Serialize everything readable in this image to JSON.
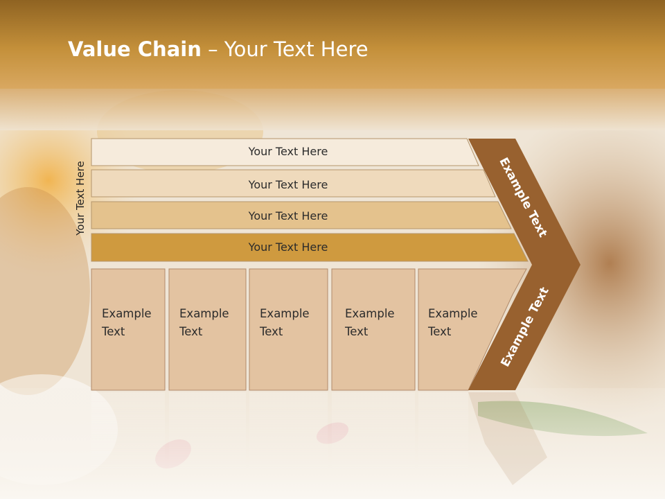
{
  "slide": {
    "title_bold": "Value Chain",
    "title_rest": " – Your Text Here",
    "side_label": "Your Text Here"
  },
  "rows": [
    {
      "label": "Your Text Here",
      "fill": "#f6ebdc"
    },
    {
      "label": "Your Text Here",
      "fill": "#efdabc"
    },
    {
      "label": "Your Text Here",
      "fill": "#e4c28d"
    },
    {
      "label": "Your Text Here",
      "fill": "#cf9a3f"
    }
  ],
  "boxes": [
    {
      "line1": "Example",
      "line2": "Text"
    },
    {
      "line1": "Example",
      "line2": "Text"
    },
    {
      "line1": "Example",
      "line2": "Text"
    },
    {
      "line1": "Example",
      "line2": "Text"
    },
    {
      "line1": "Example",
      "line2": "Text"
    }
  ],
  "chevron": {
    "upper_label": "Example Text",
    "lower_label": "Example Text",
    "color": "#98612f"
  },
  "colors": {
    "header_band": "#c08a2d",
    "box_fill": "#e3c3a1",
    "box_border": "#b08a6a"
  }
}
